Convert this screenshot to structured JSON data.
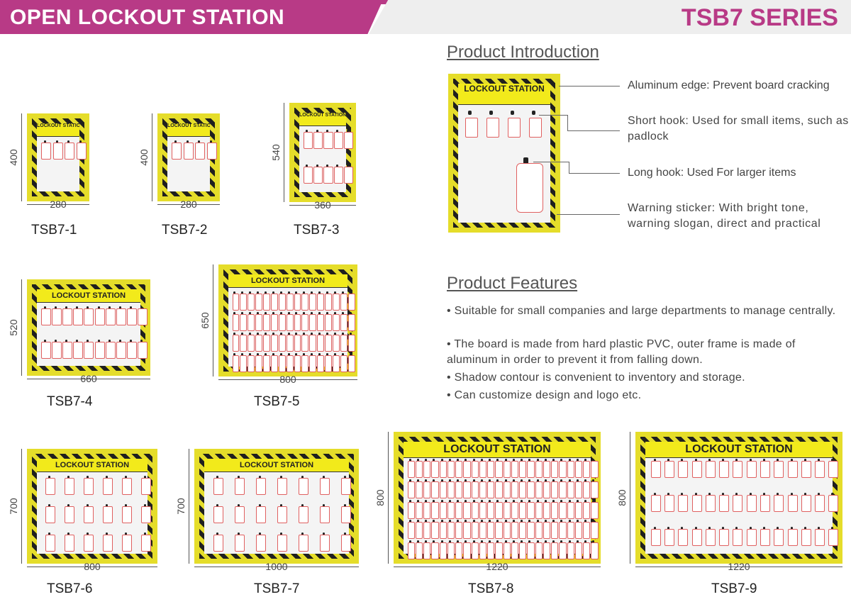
{
  "header": {
    "left_title": "OPEN LOCKOUT STATION",
    "right_title": "TSB7 SERIES"
  },
  "board_label": "LOCKOUT STATION",
  "intro": {
    "title": "Product Introduction",
    "callouts": [
      "Aluminum edge: Prevent board cracking",
      "Short hook: Used for small items, such as padlock",
      "Long hook: Used For larger items",
      "Warning sticker: With bright tone, warning slogan, direct and practical"
    ]
  },
  "features": {
    "title": "Product Features",
    "items": [
      "• Suitable for small companies and large departments to manage centrally.",
      "• The board is made from hard plastic PVC, outer frame is made of aluminum in order to prevent it from falling down.",
      "• Shadow contour is convenient to inventory and storage.",
      "• Can customize design and logo etc."
    ]
  },
  "models": [
    {
      "name": "TSB7-1",
      "width": "280",
      "height": "400"
    },
    {
      "name": "TSB7-2",
      "width": "280",
      "height": "400"
    },
    {
      "name": "TSB7-3",
      "width": "360",
      "height": "540"
    },
    {
      "name": "TSB7-4",
      "width": "660",
      "height": "520"
    },
    {
      "name": "TSB7-5",
      "width": "800",
      "height": "650"
    },
    {
      "name": "TSB7-6",
      "width": "800",
      "height": "700"
    },
    {
      "name": "TSB7-7",
      "width": "1000",
      "height": "700"
    },
    {
      "name": "TSB7-8",
      "width": "1220",
      "height": "800"
    },
    {
      "name": "TSB7-9",
      "width": "1220",
      "height": "800"
    }
  ],
  "colors": {
    "brand": "#b83a86",
    "stripe_yellow": "#e5dd2a",
    "stripe_black": "#1f1f1f",
    "pad_outline": "#e06060"
  }
}
